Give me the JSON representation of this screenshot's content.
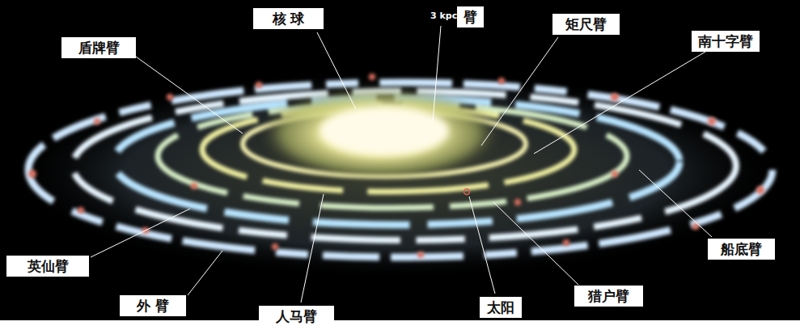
{
  "diagram": {
    "labels": [
      "核 球",
      "3 kpc",
      "臂",
      "矩尺臂",
      "南十字臂",
      "盾牌臂",
      "英仙臂",
      "外 臂",
      "人马臂",
      "太阳",
      "猎户臂",
      "船底臂"
    ]
  }
}
